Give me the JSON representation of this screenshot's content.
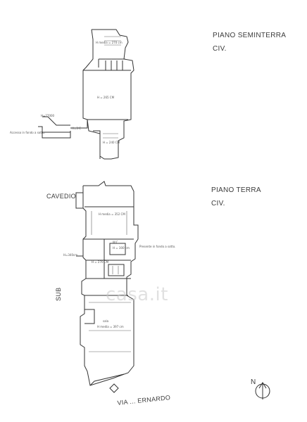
{
  "upper_plan": {
    "title": "PIANO SEMINTERRA",
    "civ": "CIV.",
    "room_labels": [
      "H media = 270 cm",
      "H = 265 CM",
      "H = 240 CM"
    ],
    "note_labels": [
      "H=27000",
      "Accesso in fondo a sotto.",
      "H=3 C"
    ]
  },
  "lower_plan": {
    "title": "PIANO TERRA",
    "civ": "CIV.",
    "cavedio": "CAVEDIO",
    "sub": "SUB",
    "street": "VIA ... ERNARDO",
    "room_labels": [
      "H media = 352 CM",
      "W.C.",
      "H = 300 cm",
      "H = 270 CM",
      "H media = 397 cm",
      "sala"
    ],
    "note_labels": [
      "H=340cm",
      "Presente in fondo a sotto."
    ]
  },
  "watermark": "casa.it",
  "north": {
    "label": "N",
    "icon": "north-arrow-icon"
  }
}
